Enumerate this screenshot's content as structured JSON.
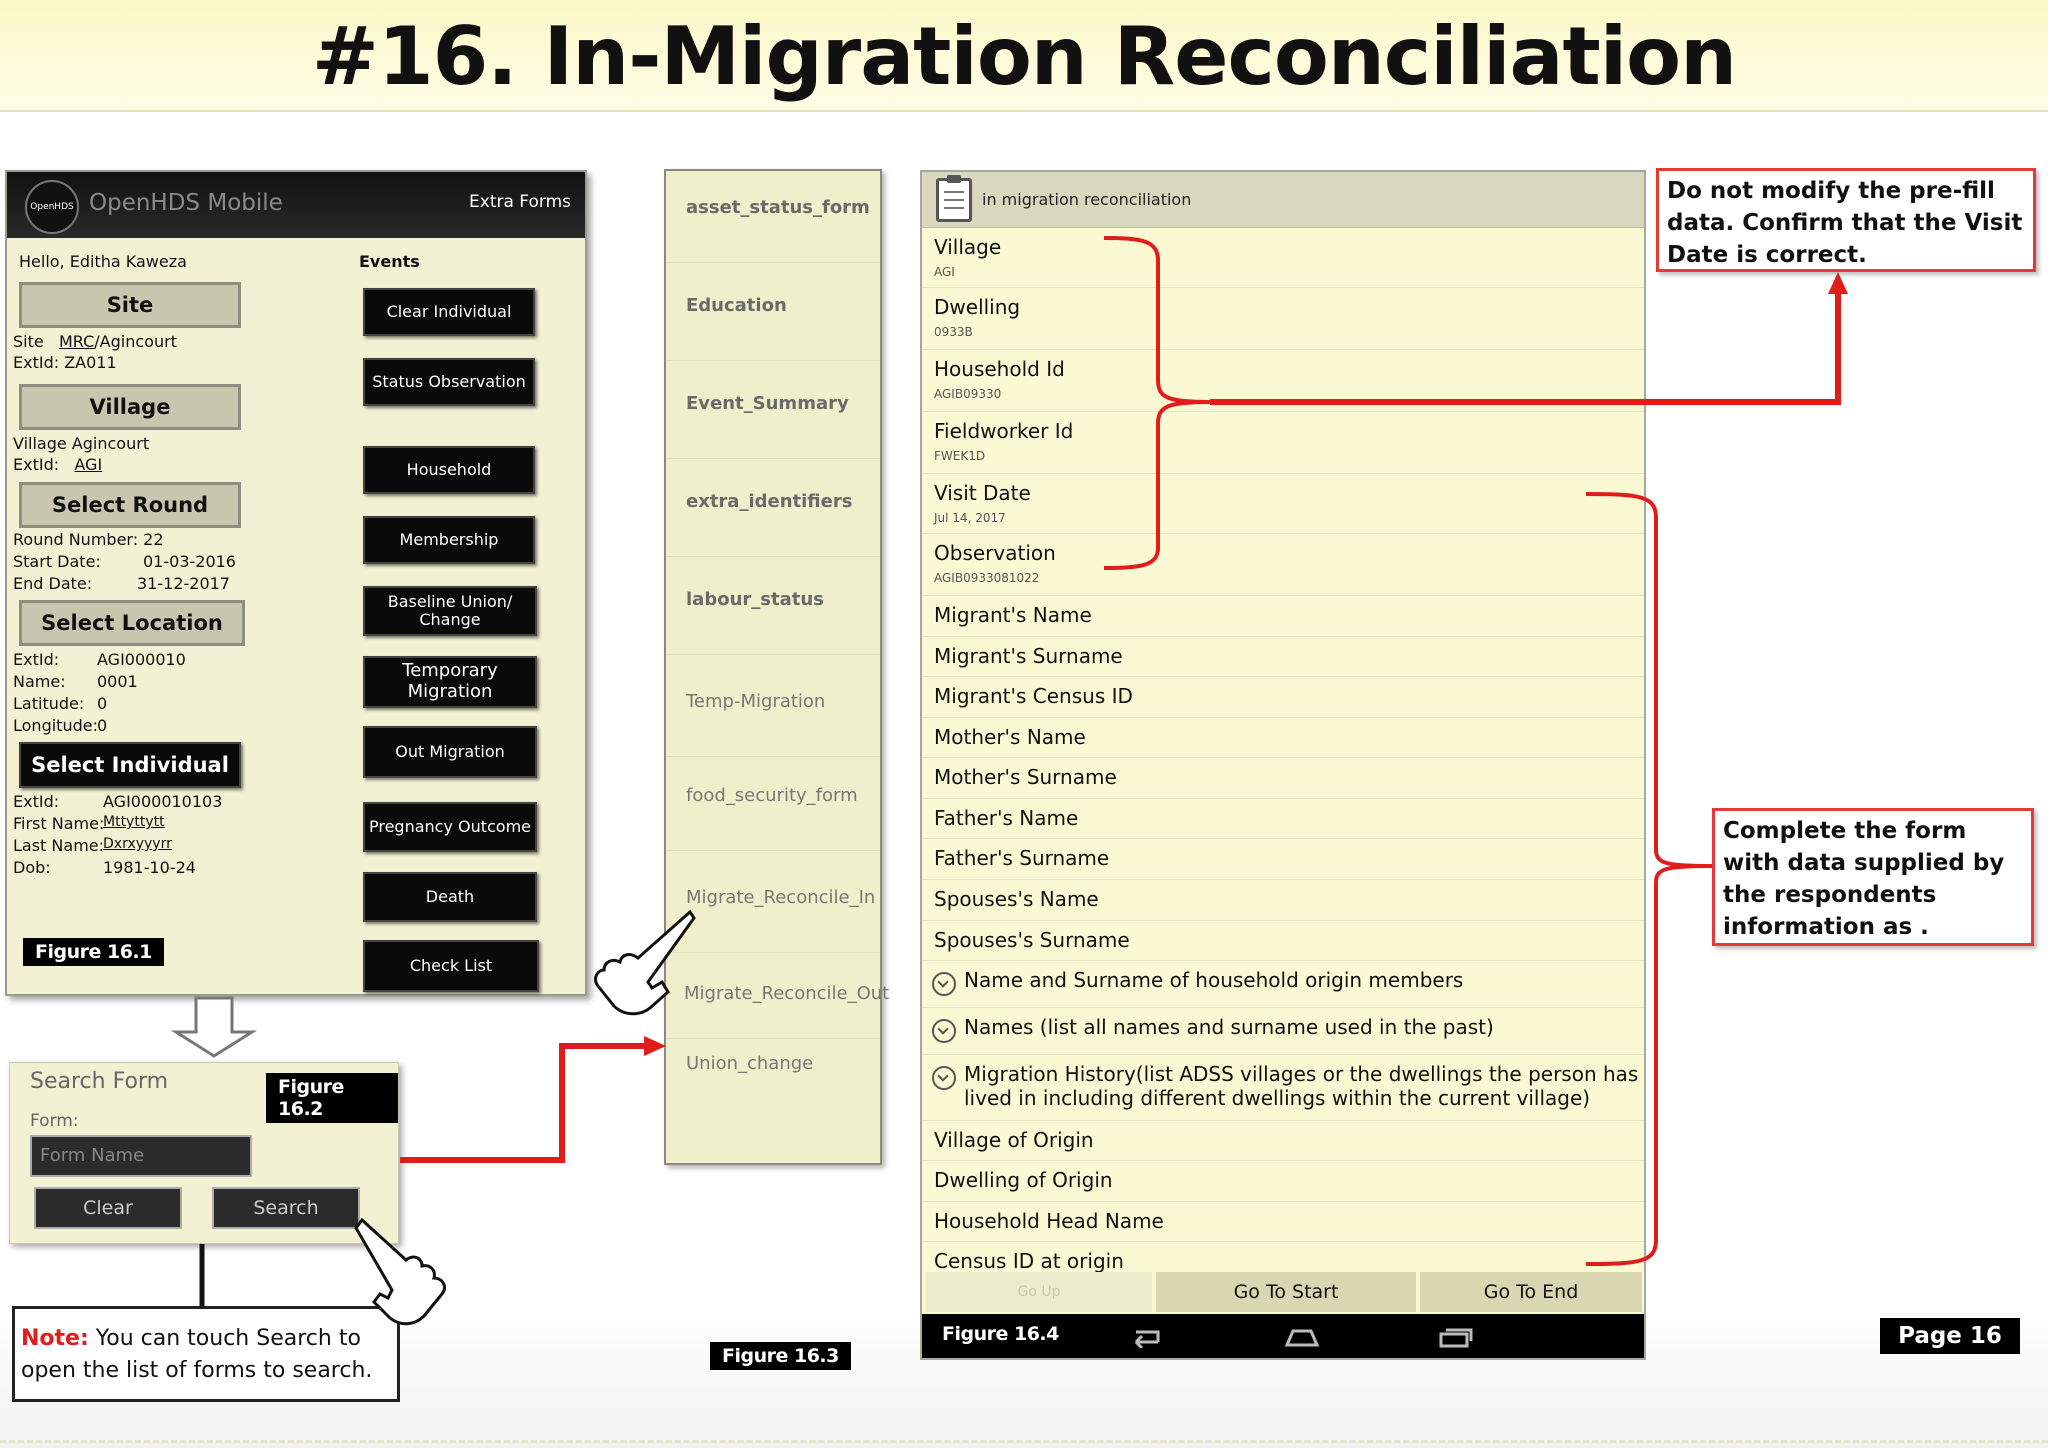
{
  "slide": {
    "title": "#16. In-Migration Reconciliation",
    "page_label": "Page 16"
  },
  "fig1": {
    "app_name": "OpenHDS Mobile",
    "logo_text": "OpenHDS",
    "menu": "Extra Forms",
    "greeting": "Hello, Editha Kaweza",
    "events_header": "Events",
    "site_btn": "Site",
    "site_label": "Site",
    "site_value_link": "MRC",
    "site_value_rest": "/Agincourt",
    "site_extid": "ExtId:  ZA011",
    "village_btn": "Village",
    "village_value": "Village Agincourt",
    "village_extid_label": "ExtId:",
    "village_extid_link": "AGI",
    "round_btn": "Select Round",
    "round_number": "Round Number:  22",
    "start_label": "Start Date:",
    "start_value": "01-03-2016",
    "end_label": "End Date:",
    "end_value": "31-12-2017",
    "location_btn": "Select Location",
    "loc_extid_label": "ExtId:",
    "loc_extid_value": "AGI000010",
    "loc_name_label": "Name:",
    "loc_name_value": "0001",
    "lat_label": "Latitude:",
    "lat_value": "0",
    "lon_label": "Longitude:",
    "lon_value": "0",
    "individual_btn": "Select Individual",
    "ind_extid_label": "ExtId:",
    "ind_extid_value": "AGI000010103",
    "first_label": "First Name:",
    "first_value": "Mttyttytt",
    "last_label": "Last Name:",
    "last_value": "Dxrxyyyrr",
    "dob_label": "Dob:",
    "dob_value": "1981-10-24",
    "events": [
      "Clear Individual",
      "Status Observation",
      "Household",
      "Membership",
      "Baseline Union/ Change",
      "Temporary Migration",
      "Out Migration",
      "Pregnancy Outcome",
      "Death",
      "Check List"
    ],
    "figure_label": "Figure 16.1"
  },
  "fig2": {
    "title": "Search Form",
    "form_label": "Form:",
    "input_placeholder": "Form Name",
    "clear_btn": "Clear",
    "search_btn": "Search",
    "figure_label": "Figure 16.2"
  },
  "note": {
    "prefix": "Note:",
    "text": " You can touch Search to open the list of forms to search."
  },
  "fig3": {
    "items": [
      "asset_status_form",
      "Education",
      "Event_Summary",
      "extra_identifiers",
      "labour_status",
      "Temp-Migration",
      "food_security_form",
      "Migrate_Reconcile_In",
      "Migrate_Reconcile_Out",
      "Union_change"
    ],
    "figure_label": "Figure 16.3"
  },
  "fig4": {
    "form_title": "in migration reconciliation",
    "prefilled": [
      {
        "label": "Village",
        "value": "AGI"
      },
      {
        "label": "Dwelling",
        "value": "0933B"
      },
      {
        "label": "Household Id",
        "value": "AGIB09330"
      },
      {
        "label": "Fieldworker Id",
        "value": "FWEK1D"
      },
      {
        "label": "Visit Date",
        "value": "Jul 14, 2017"
      },
      {
        "label": "Observation",
        "value": "AGIB0933081022"
      }
    ],
    "fields_a": [
      "Migrant's Name",
      "Migrant's Surname",
      "Migrant's Census ID",
      "Mother's Name",
      "Mother's Surname",
      "Father's Name",
      "Father's Surname",
      "Spouses's Name",
      "Spouses's Surname"
    ],
    "groups": [
      "Name and Surname of household origin members",
      "Names (list all names and surname used in the past)"
    ],
    "history": "Migration History(list ADSS villages or the dwellings the person has lived in including different dwellings within the current village)",
    "fields_b": [
      "Village of Origin",
      "Dwelling of Origin",
      "Household Head Name",
      "Census ID at origin"
    ],
    "go_up": "Go Up",
    "go_start": "Go To Start",
    "go_end": "Go To End",
    "figure_label": "Figure 16.4"
  },
  "callouts": {
    "top": "Do not modify the pre-fill data. Confirm that the Visit Date is correct.",
    "side": "Complete the form with data supplied by the respondents information as ."
  },
  "colors": {
    "accent_red": "#e21b1b",
    "title_band": "#fbf8c8",
    "form_bg": "#faf9d3",
    "phone_bg": "#f2f1d3"
  }
}
